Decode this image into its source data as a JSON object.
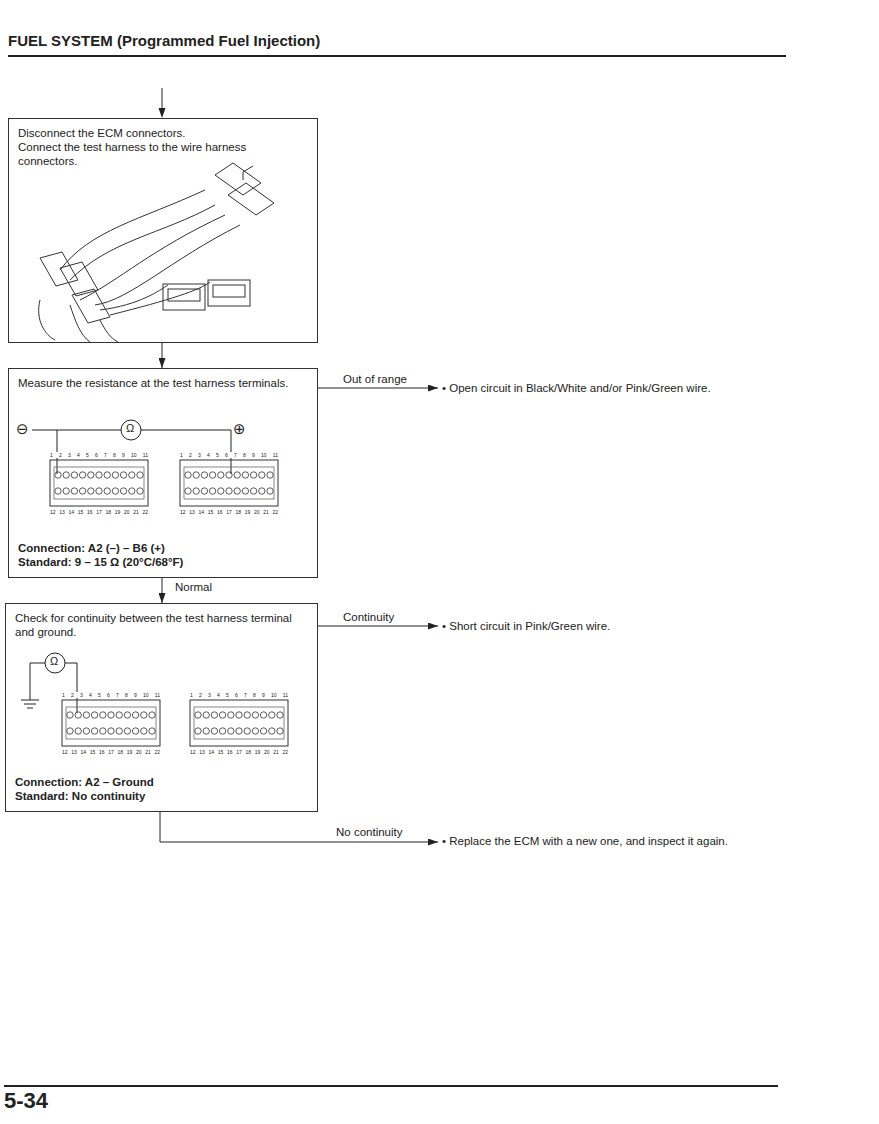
{
  "diagram": {
    "title": "FUEL SYSTEM (Programmed Fuel Injection)",
    "nodes": [
      {
        "text": [
          "Disconnect the ECM connectors.",
          "Connect the test harness to the wire harness connectors."
        ]
      },
      {
        "text": [
          "Measure the resistance at the test harness terminals.",
          "Connection: A2 (–) – B6 (+)",
          "Standard: 9 – 15 Ω (20°C/68°F)"
        ]
      },
      {
        "text": [
          "Check for continuity between the test harness terminal and ground.",
          "Connection: A2 – Ground",
          "Standard: No continuity"
        ]
      },
      {
        "text": [
          "• Open circuit in Black/White and/or Pink/Green wire."
        ]
      },
      {
        "text": [
          "• Short circuit in Pink/Green wire."
        ]
      },
      {
        "text": [
          "• Replace the ECM with a new one, and inspect it again."
        ]
      }
    ],
    "edges": [
      {
        "from": 0,
        "to": 1,
        "arrow": "to"
      },
      {
        "from": 1,
        "to": 3,
        "label": "Out of range",
        "arrow": "to"
      },
      {
        "from": 1,
        "to": 2,
        "label": "Normal",
        "arrow": "to"
      },
      {
        "from": 2,
        "to": 4,
        "label": "Continuity",
        "arrow": "to"
      },
      {
        "from": 2,
        "to": 5,
        "label": "No continuity",
        "arrow": "to"
      }
    ],
    "labels": [
      "⊖",
      "Ω",
      "⊕",
      "1 2 3 4 5 6 7 8 9 10 11",
      "12 13 14 15 16 17 18 19 20 21 22",
      "1 2 3 4 5 6 7 8 9 10 11",
      "12 13 14 15 16 17 18 19 20 21 22",
      "Ω",
      "1 2 3 4 5 6 7 8 9 10 11",
      "12 13 14 15 16 17 18 19 20 21 22",
      "1 2 3 4 5 6 7 8 9 10 11",
      "12 13 14 15 16 17 18 19 20 21 22",
      "5-34"
    ]
  }
}
